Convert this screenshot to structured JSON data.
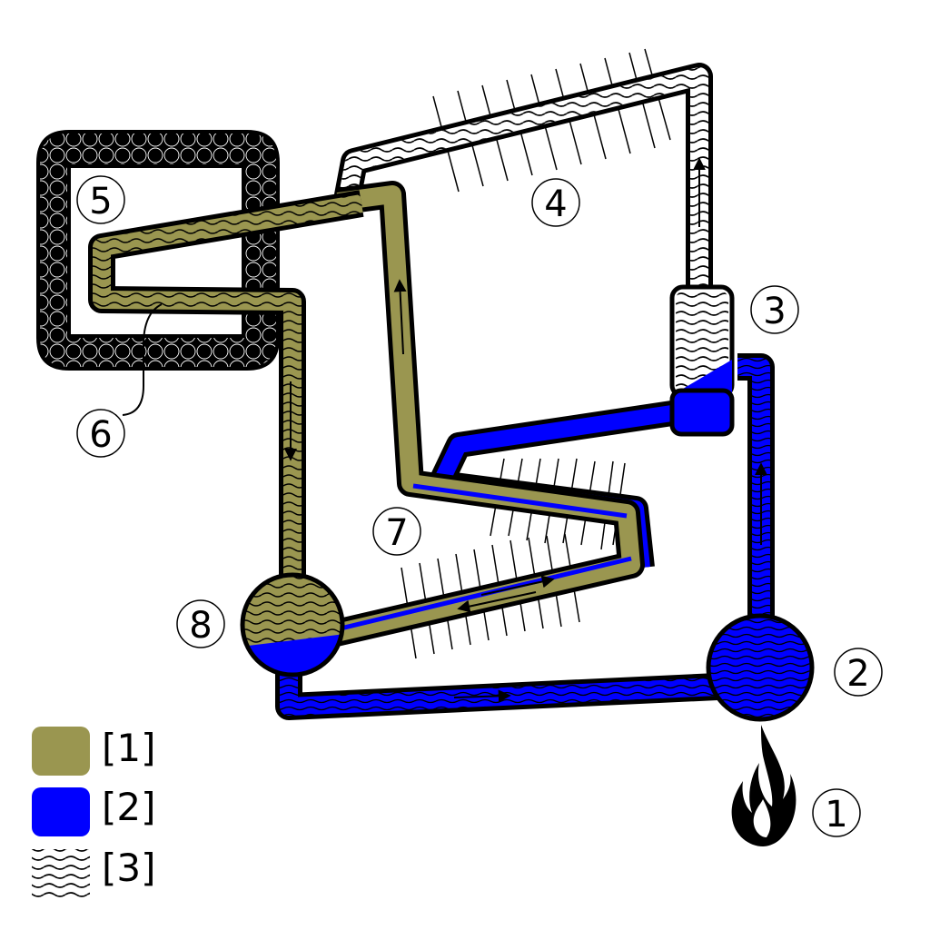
{
  "colors": {
    "olive": "#9a9650",
    "blue": "#0000ff",
    "outline": "#000000",
    "background": "#ffffff"
  },
  "labels": {
    "n1": "1",
    "n2": "2",
    "n3": "3",
    "n4": "4",
    "n5": "5",
    "n6": "6",
    "n7": "7",
    "n8": "8"
  },
  "legend": [
    {
      "label": "[1]",
      "swatch": "olive"
    },
    {
      "label": "[2]",
      "swatch": "blue"
    },
    {
      "label": "[3]",
      "swatch": "wavy-lines"
    }
  ],
  "icons": [
    "flame-icon",
    "flow-arrow-icon"
  ]
}
